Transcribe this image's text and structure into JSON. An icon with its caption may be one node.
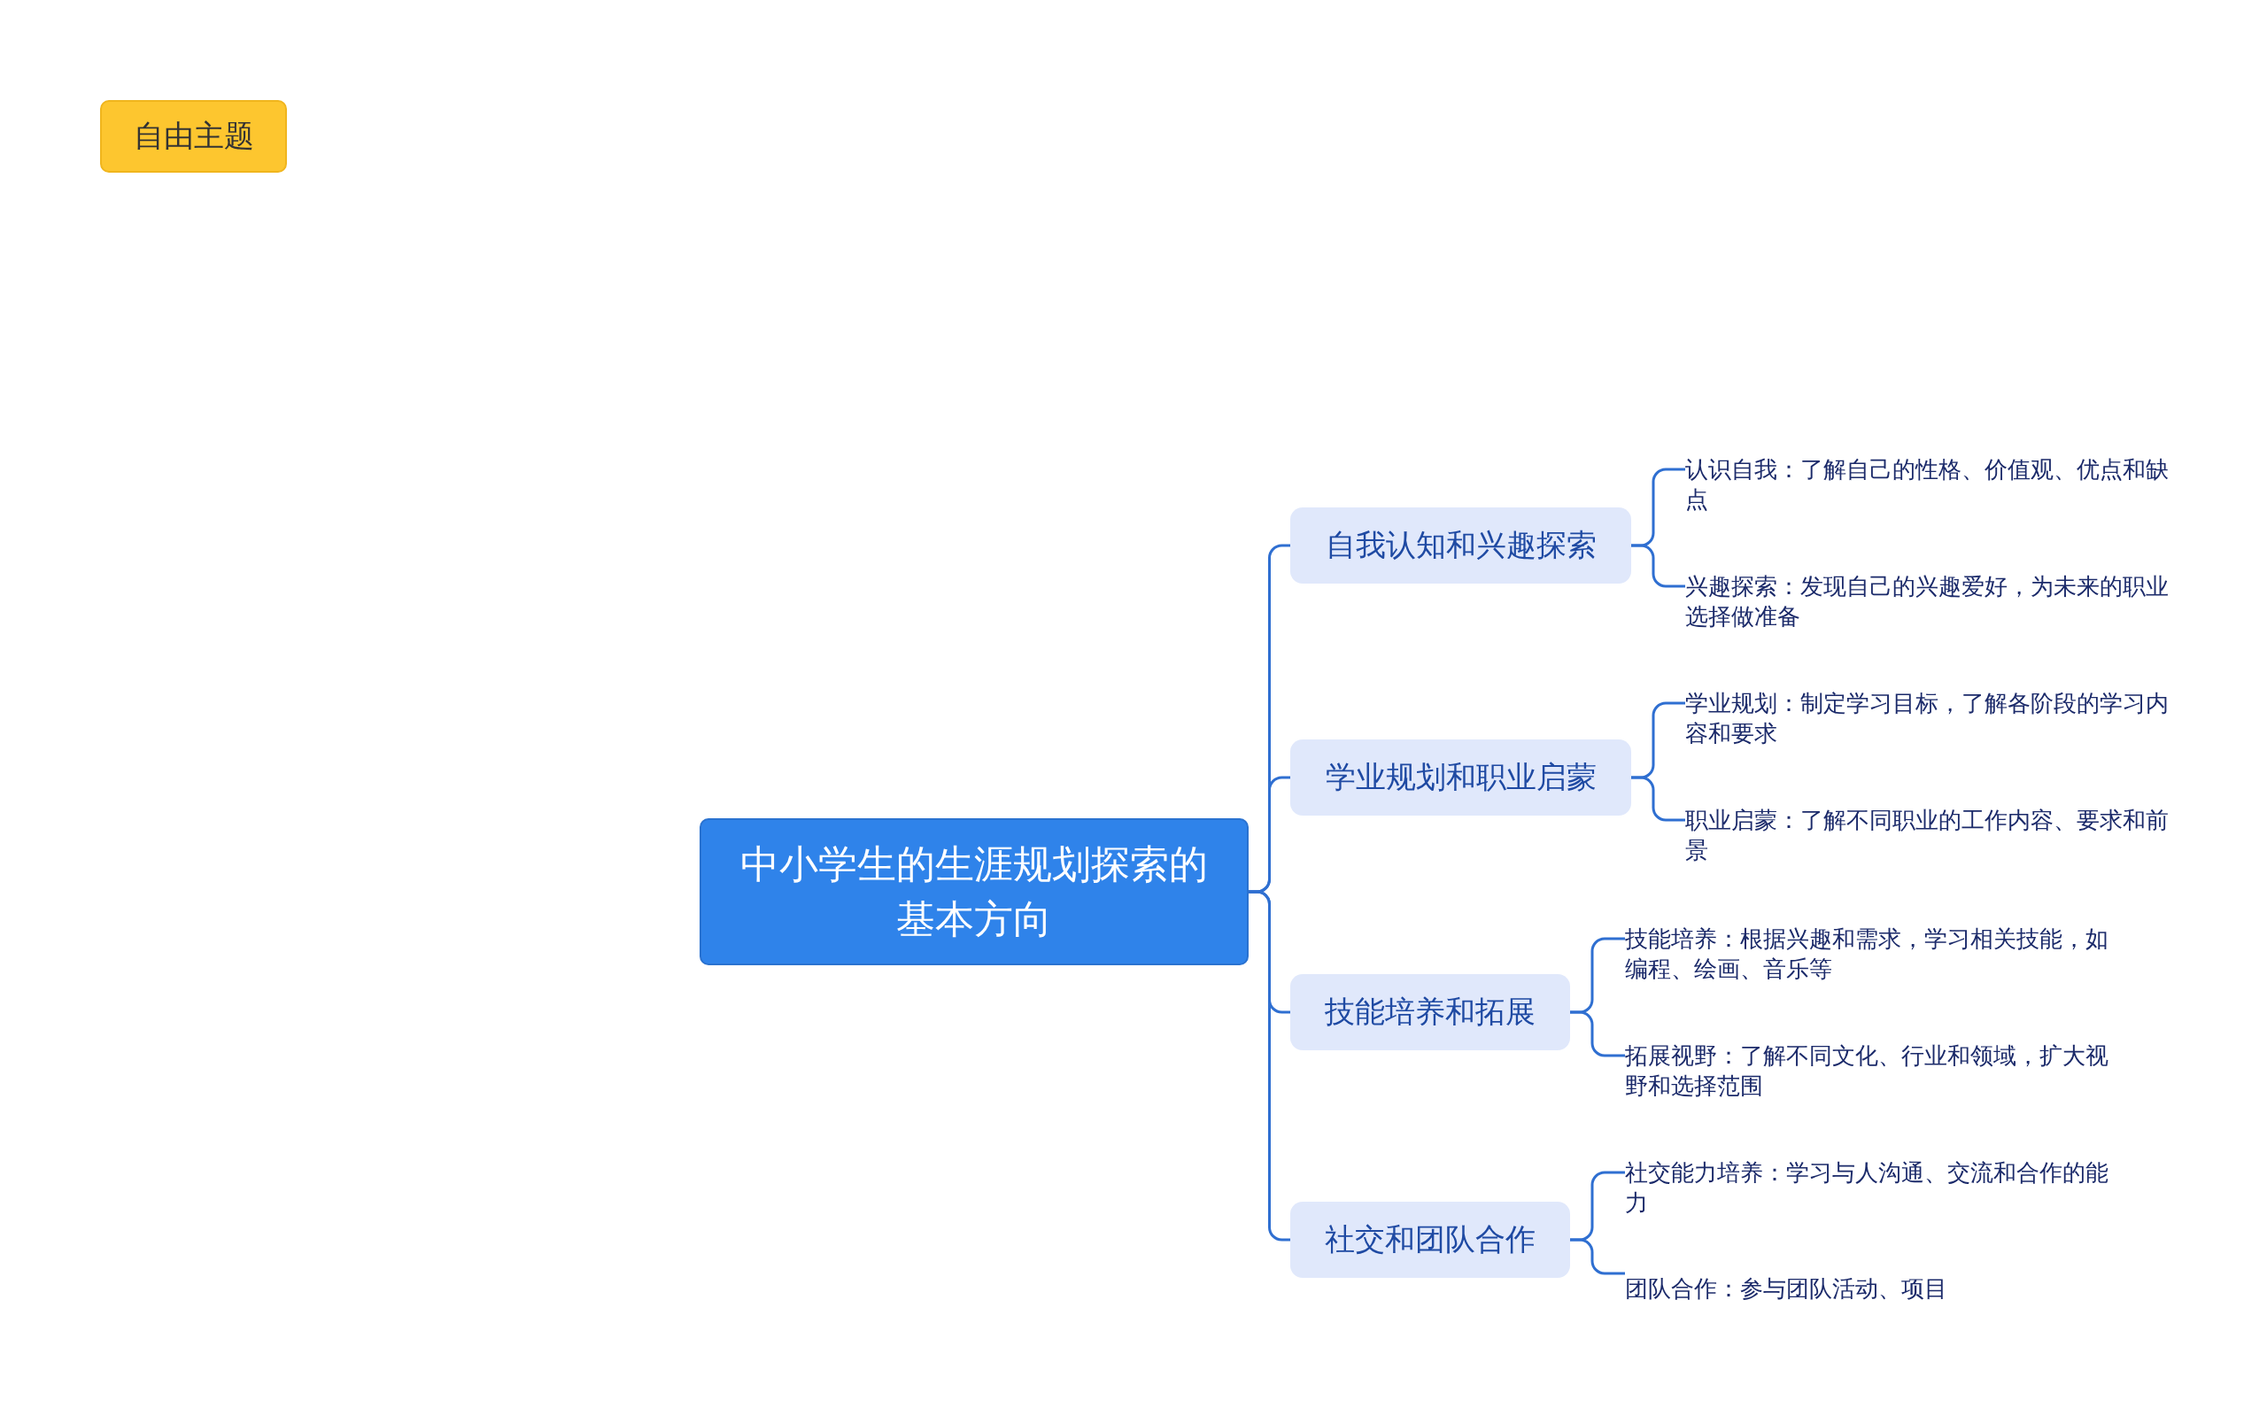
{
  "diagram": {
    "nodes": [
      {
        "text": [
          "自由主题"
        ]
      },
      {
        "text": [
          "中小学生的生涯规划探索的基本方向"
        ]
      },
      {
        "text": [
          "自我认知和兴趣探索"
        ]
      },
      {
        "text": [
          "学业规划和职业启蒙"
        ]
      },
      {
        "text": [
          "技能培养和拓展"
        ]
      },
      {
        "text": [
          "社交和团队合作"
        ]
      },
      {
        "text": [
          "认识自我：了解自己的性格、价值观、优点和缺点"
        ]
      },
      {
        "text": [
          "兴趣探索：发现自己的兴趣爱好，为未来的职业选择做准备"
        ]
      },
      {
        "text": [
          "学业规划：制定学习目标，了解各阶段的学习内容和要求"
        ]
      },
      {
        "text": [
          "职业启蒙：了解不同职业的工作内容、要求和前景"
        ]
      },
      {
        "text": [
          "技能培养：根据兴趣和需求，学习相关技能，如编程、绘画、音乐等"
        ]
      },
      {
        "text": [
          "拓展视野：了解不同文化、行业和领域，扩大视野和选择范围"
        ]
      },
      {
        "text": [
          "社交能力培养：学习与人沟通、交流和合作的能力"
        ]
      },
      {
        "text": [
          "团队合作：参与团队活动、项目"
        ]
      }
    ],
    "edges": [
      {
        "from": 1,
        "to": 2,
        "arrow": "none"
      },
      {
        "from": 1,
        "to": 3,
        "arrow": "none"
      },
      {
        "from": 1,
        "to": 4,
        "arrow": "none"
      },
      {
        "from": 1,
        "to": 5,
        "arrow": "none"
      },
      {
        "from": 2,
        "to": 6,
        "arrow": "none"
      },
      {
        "from": 2,
        "to": 7,
        "arrow": "none"
      },
      {
        "from": 3,
        "to": 8,
        "arrow": "none"
      },
      {
        "from": 3,
        "to": 9,
        "arrow": "none"
      },
      {
        "from": 4,
        "to": 10,
        "arrow": "none"
      },
      {
        "from": 4,
        "to": 11,
        "arrow": "none"
      },
      {
        "from": 5,
        "to": 12,
        "arrow": "none"
      },
      {
        "from": 5,
        "to": 13,
        "arrow": "none"
      }
    ]
  }
}
